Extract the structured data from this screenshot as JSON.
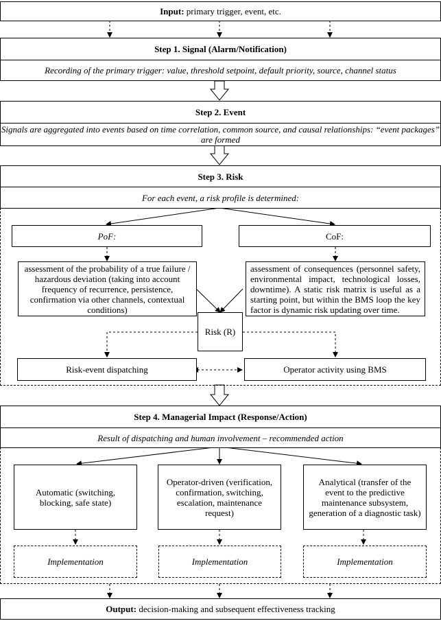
{
  "input": {
    "label": "Input:",
    "text": "primary trigger, event, etc."
  },
  "step1": {
    "title": "Step 1. Signal (Alarm/Notification)",
    "desc": "Recording of the primary trigger: value, threshold setpoint, default priority, source, channel status"
  },
  "step2": {
    "title": "Step 2. Event",
    "desc": "Signals are aggregated into events based on time correlation, common source, and causal relationships: “event packages” are formed"
  },
  "step3": {
    "title": "Step 3. Risk",
    "desc": "For each event, a risk profile is determined:",
    "pof_label": "PoF:",
    "cof_label": "CoF:",
    "pof_desc": "assessment of the probability of a true failure / hazardous deviation (taking into account frequency of recurrence, persistence, confirmation via other channels, contextual conditions)",
    "cof_desc": "assessment of consequences (personnel safety, environmental impact, technological losses, downtime). A static risk matrix is useful as a starting point, but within the BMS loop the key factor is dynamic risk updating over time.",
    "risk": "Risk (R)",
    "dispatching": "Risk-event dispatching",
    "operator": "Operator activity using BMS"
  },
  "step4": {
    "title": "Step 4. Managerial Impact (Response/Action)",
    "desc": "Result of dispatching and human involvement – recommended action",
    "automatic": "Automatic (switching, blocking, safe state)",
    "operator_driven": "Operator-driven (verification, confirmation, switching, escalation, maintenance request)",
    "analytical": "Analytical (transfer of the event to the predictive maintenance subsystem, generation of a diagnostic task)",
    "implementation": [
      "Implementation",
      "Implementation",
      "Implementation"
    ]
  },
  "output": {
    "label": "Output:",
    "text": "decision-making and subsequent effectiveness tracking"
  }
}
